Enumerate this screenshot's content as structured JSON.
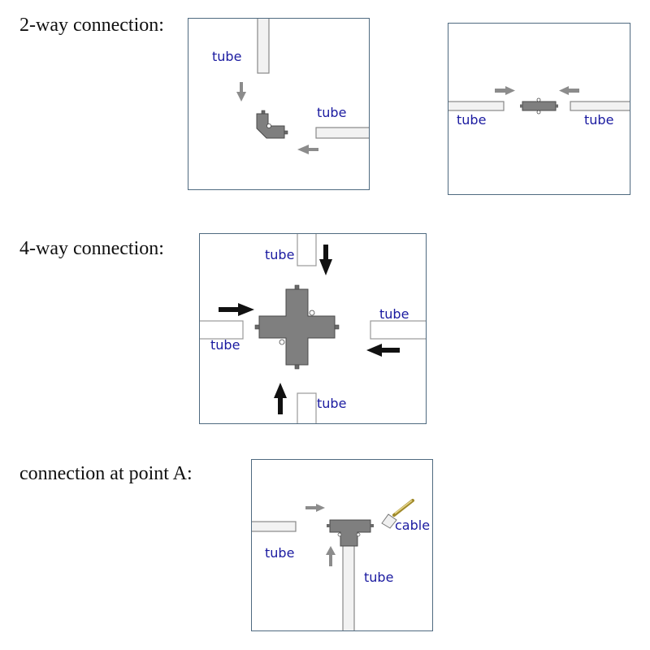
{
  "colors": {
    "label": "#1a1aa0",
    "panel_border": "#4f6a80",
    "connector_fill": "#7f7f7f",
    "connector_stroke": "#4a4a4a",
    "tube_fill": "#f2f2f2",
    "tube_stroke": "#888888",
    "arrow_gray": "#8c8c8c",
    "arrow_black": "#111111"
  },
  "sections": {
    "two_way": {
      "heading": "2-way connection:",
      "panel_a": {
        "labels": [
          "tube",
          "tube"
        ]
      },
      "panel_b": {
        "labels": [
          "tube",
          "tube"
        ]
      }
    },
    "four_way": {
      "heading": "4-way connection:",
      "labels": [
        "tube",
        "tube",
        "tube",
        "tube"
      ]
    },
    "point_a": {
      "heading": "connection at point A:",
      "labels": [
        "tube",
        "tube",
        "cable"
      ]
    }
  }
}
